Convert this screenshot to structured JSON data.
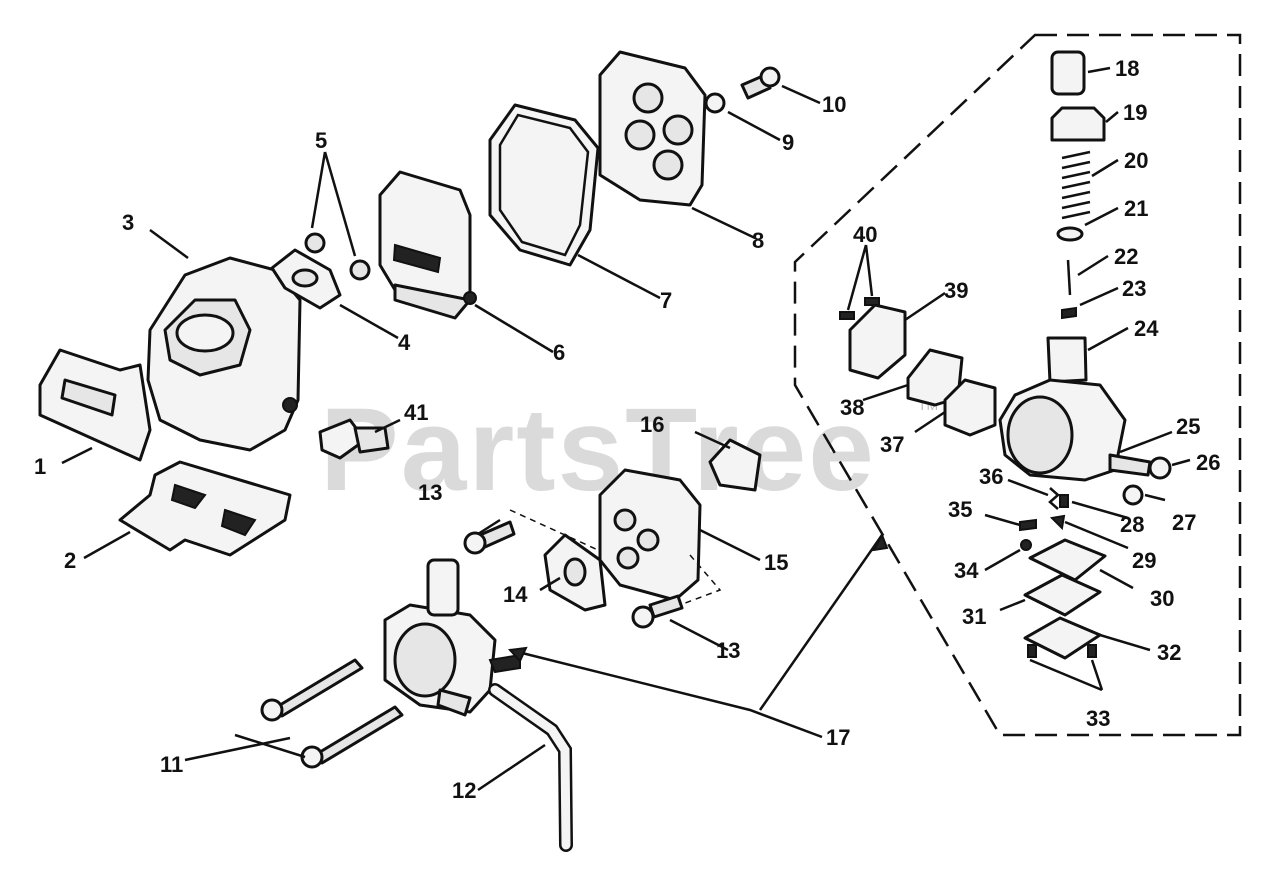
{
  "watermark": {
    "text": "PartsTree",
    "tm": "TM"
  },
  "callouts": [
    "1",
    "2",
    "3",
    "4",
    "5",
    "6",
    "7",
    "8",
    "9",
    "10",
    "11",
    "12",
    "13",
    "13",
    "14",
    "15",
    "16",
    "17",
    "18",
    "19",
    "20",
    "21",
    "22",
    "23",
    "24",
    "25",
    "26",
    "27",
    "28",
    "29",
    "30",
    "31",
    "32",
    "33",
    "34",
    "35",
    "36",
    "37",
    "38",
    "39",
    "40",
    "41"
  ]
}
